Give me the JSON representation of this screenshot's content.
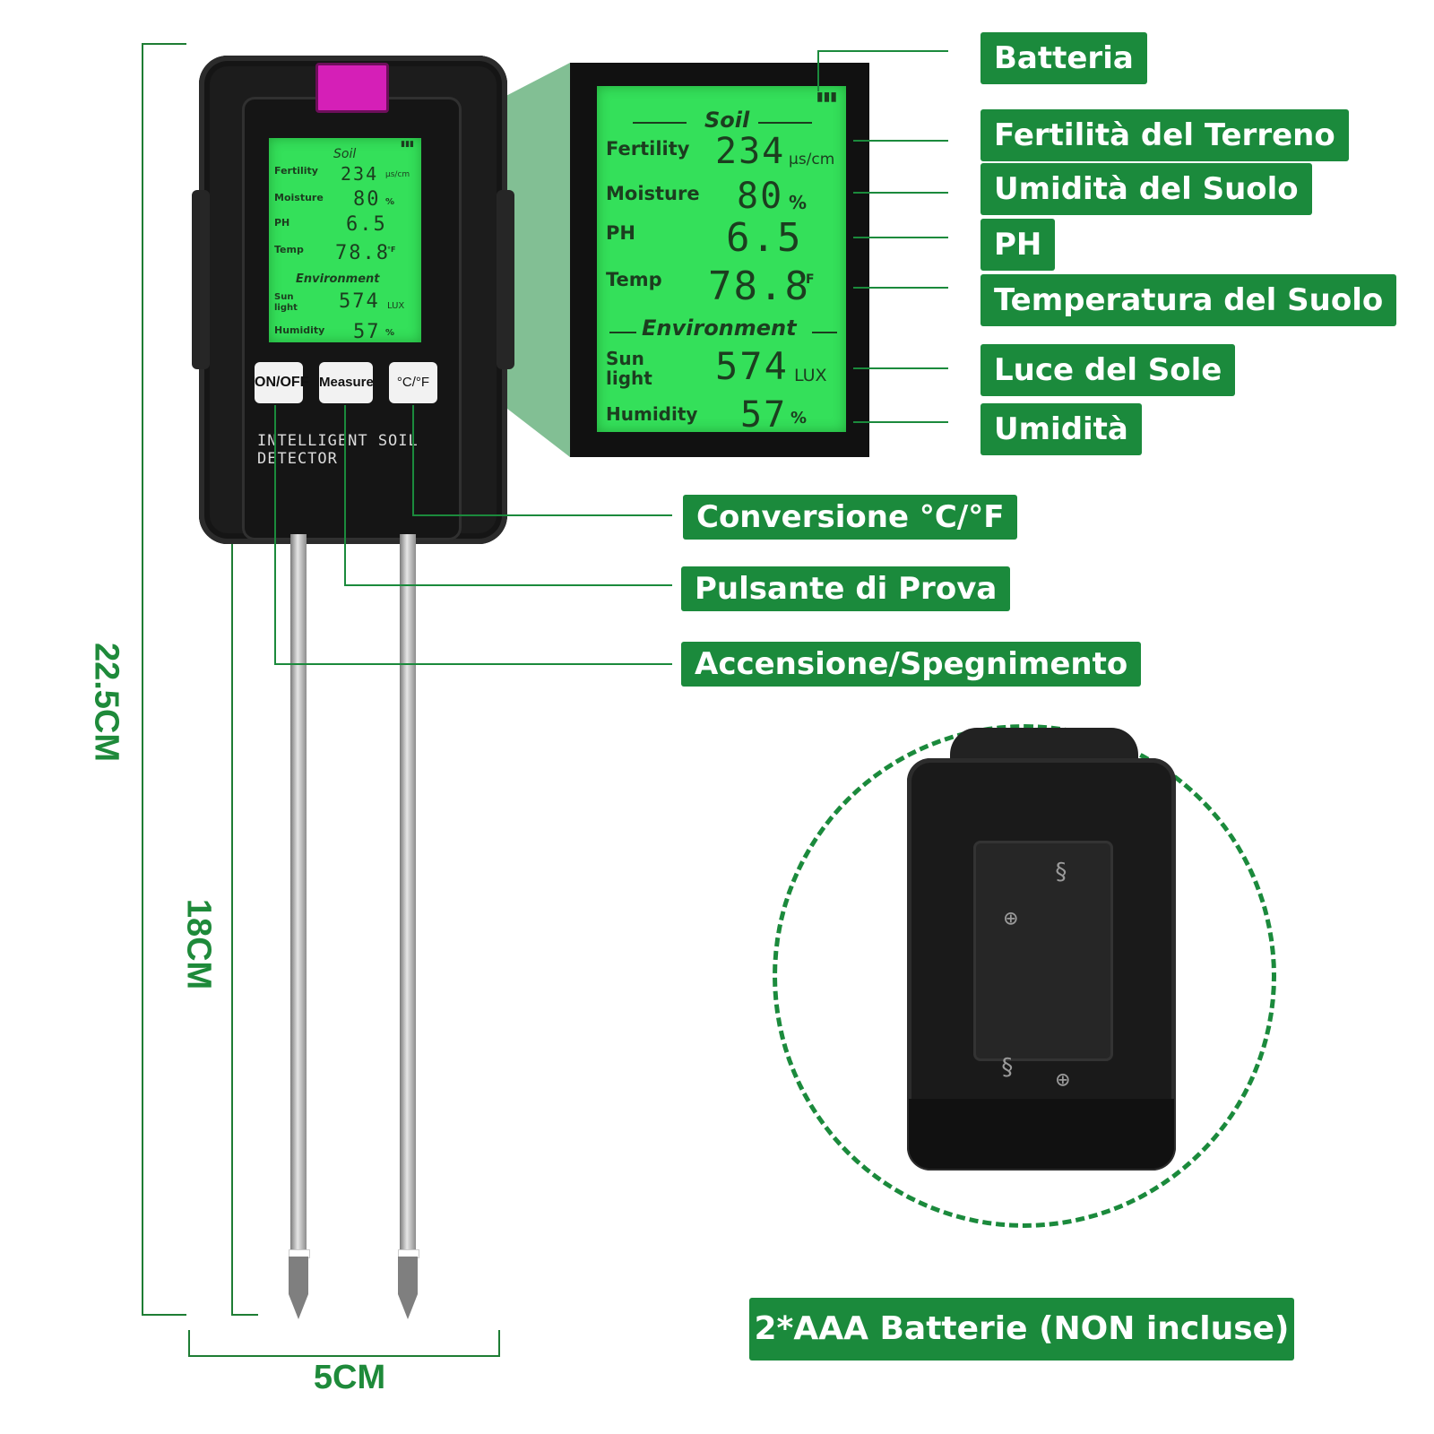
{
  "dimensions": {
    "total_height": "22.5CM",
    "probe_length": "18CM",
    "width": "5CM"
  },
  "device": {
    "brand_text": "INTELLIGENT SOIL DETECTOR",
    "buttons": {
      "power": "ON/OFF",
      "measure": "Measure",
      "unit": "°C/°F"
    }
  },
  "display": {
    "section_soil": "Soil",
    "section_environment": "Environment",
    "battery_indicator": "▮▮▮",
    "rows": {
      "fertility": {
        "label": "Fertility",
        "value": "234",
        "unit": "μs/cm"
      },
      "moisture": {
        "label": "Moisture",
        "value": "80",
        "unit": "%"
      },
      "ph": {
        "label": "PH",
        "value": "6.5",
        "unit": ""
      },
      "temp": {
        "label": "Temp",
        "value": "78.8",
        "unit": "°F"
      },
      "sunlight": {
        "label_line1": "Sun",
        "label_line2": "light",
        "value": "574",
        "unit": "LUX"
      },
      "humidity": {
        "label": "Humidity",
        "value": "57",
        "unit": "%"
      }
    }
  },
  "callouts": {
    "battery": "Batteria",
    "fertility": "Fertilità del Terreno",
    "moisture": "Umidità del Suolo",
    "ph": "PH",
    "temperature": "Temperatura del Suolo",
    "sunlight": "Luce del Sole",
    "humidity": "Umidità",
    "unit_conversion": "Conversione °C/°F",
    "measure_button": "Pulsante di Prova",
    "power_button": "Accensione/Spegnimento"
  },
  "battery_note": "2*AAA Batterie (NON incluse)",
  "colors": {
    "accent_green": "#1b8a3c",
    "lcd_green": "#34e05a",
    "device_black": "#1c1c1c",
    "sensor_magenta": "#d51fb7"
  }
}
